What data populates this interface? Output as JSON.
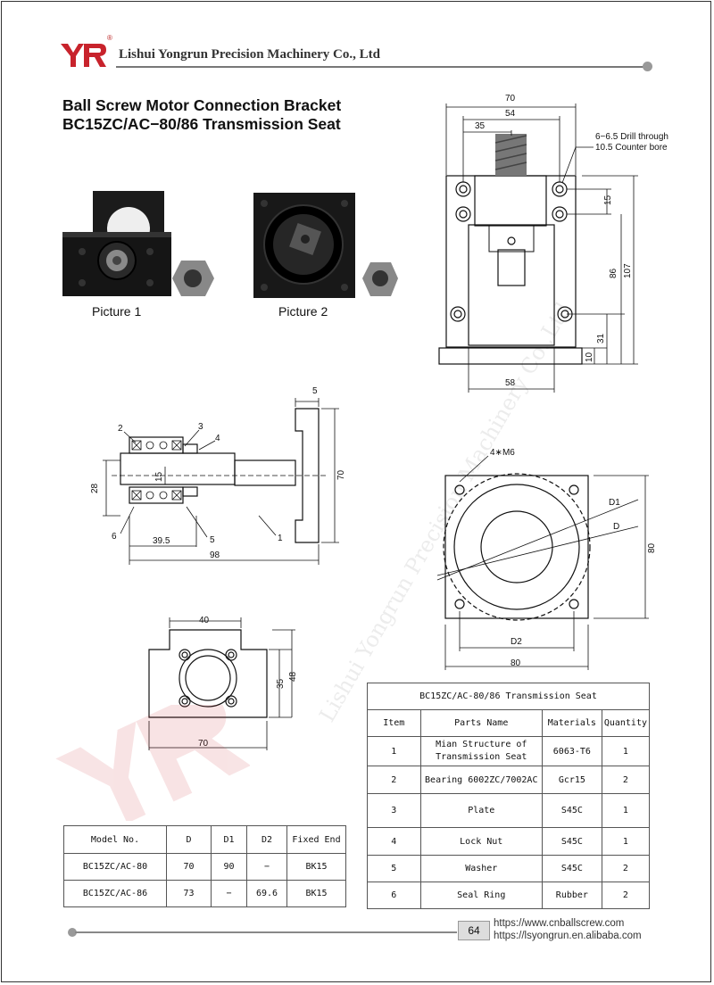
{
  "header": {
    "company": "Lishui Yongrun Precision Machinery Co., Ltd",
    "reg_mark": "®"
  },
  "title": {
    "line1": "Ball Screw Motor Connection Bracket",
    "line2": "BC15ZC/AC−80/86 Transmission Seat"
  },
  "pictures": {
    "picture1": "Picture 1",
    "picture2": "Picture 2"
  },
  "drawing_top": {
    "d70": "70",
    "d54": "54",
    "d35": "35",
    "note1": "6−6.5 Drill through",
    "note2": "10.5 Counter bore",
    "d15": "15",
    "d86": "86",
    "d107": "107",
    "d31": "31",
    "d10": "10",
    "d58": "58"
  },
  "drawing_side": {
    "d5": "5",
    "d70": "70",
    "d28": "28",
    "d15": "15",
    "d395": "39.5",
    "d98": "98",
    "c1": "1",
    "c2": "2",
    "c3": "3",
    "c4": "4",
    "c5": "5",
    "c6": "6"
  },
  "drawing_front": {
    "hole_note": "4∗M6",
    "d1": "D1",
    "d": "D",
    "d2": "D2",
    "d80v": "80",
    "d80h": "80"
  },
  "drawing_small": {
    "d40": "40",
    "d35": "35",
    "d48": "48",
    "d70": "70"
  },
  "model_table": {
    "headers": [
      "Model No.",
      "D",
      "D1",
      "D2",
      "Fixed End"
    ],
    "rows": [
      [
        "BC15ZC/AC-80",
        "70",
        "90",
        "−",
        "BK15"
      ],
      [
        "BC15ZC/AC-86",
        "73",
        "−",
        "69.6",
        "BK15"
      ]
    ]
  },
  "parts_table": {
    "caption": "BC15ZC/AC-80/86 Transmission Seat",
    "headers": [
      "Item",
      "Parts Name",
      "Materials",
      "Quantity"
    ],
    "rows": [
      [
        "1",
        "Mian Structure of\nTransmission Seat",
        "6063-T6",
        "1"
      ],
      [
        "2",
        "Bearing 6002ZC/7002AC",
        "Gcr15",
        "2"
      ],
      [
        "3",
        "Plate",
        "S45C",
        "1"
      ],
      [
        "4",
        "Lock Nut",
        "S45C",
        "1"
      ],
      [
        "5",
        "Washer",
        "S45C",
        "2"
      ],
      [
        "6",
        "Seal Ring",
        "Rubber",
        "2"
      ]
    ]
  },
  "footer": {
    "page": "64",
    "url1": "https://www.cnballscrew.com",
    "url2": "https://lsyongrun.en.alibaba.com"
  }
}
